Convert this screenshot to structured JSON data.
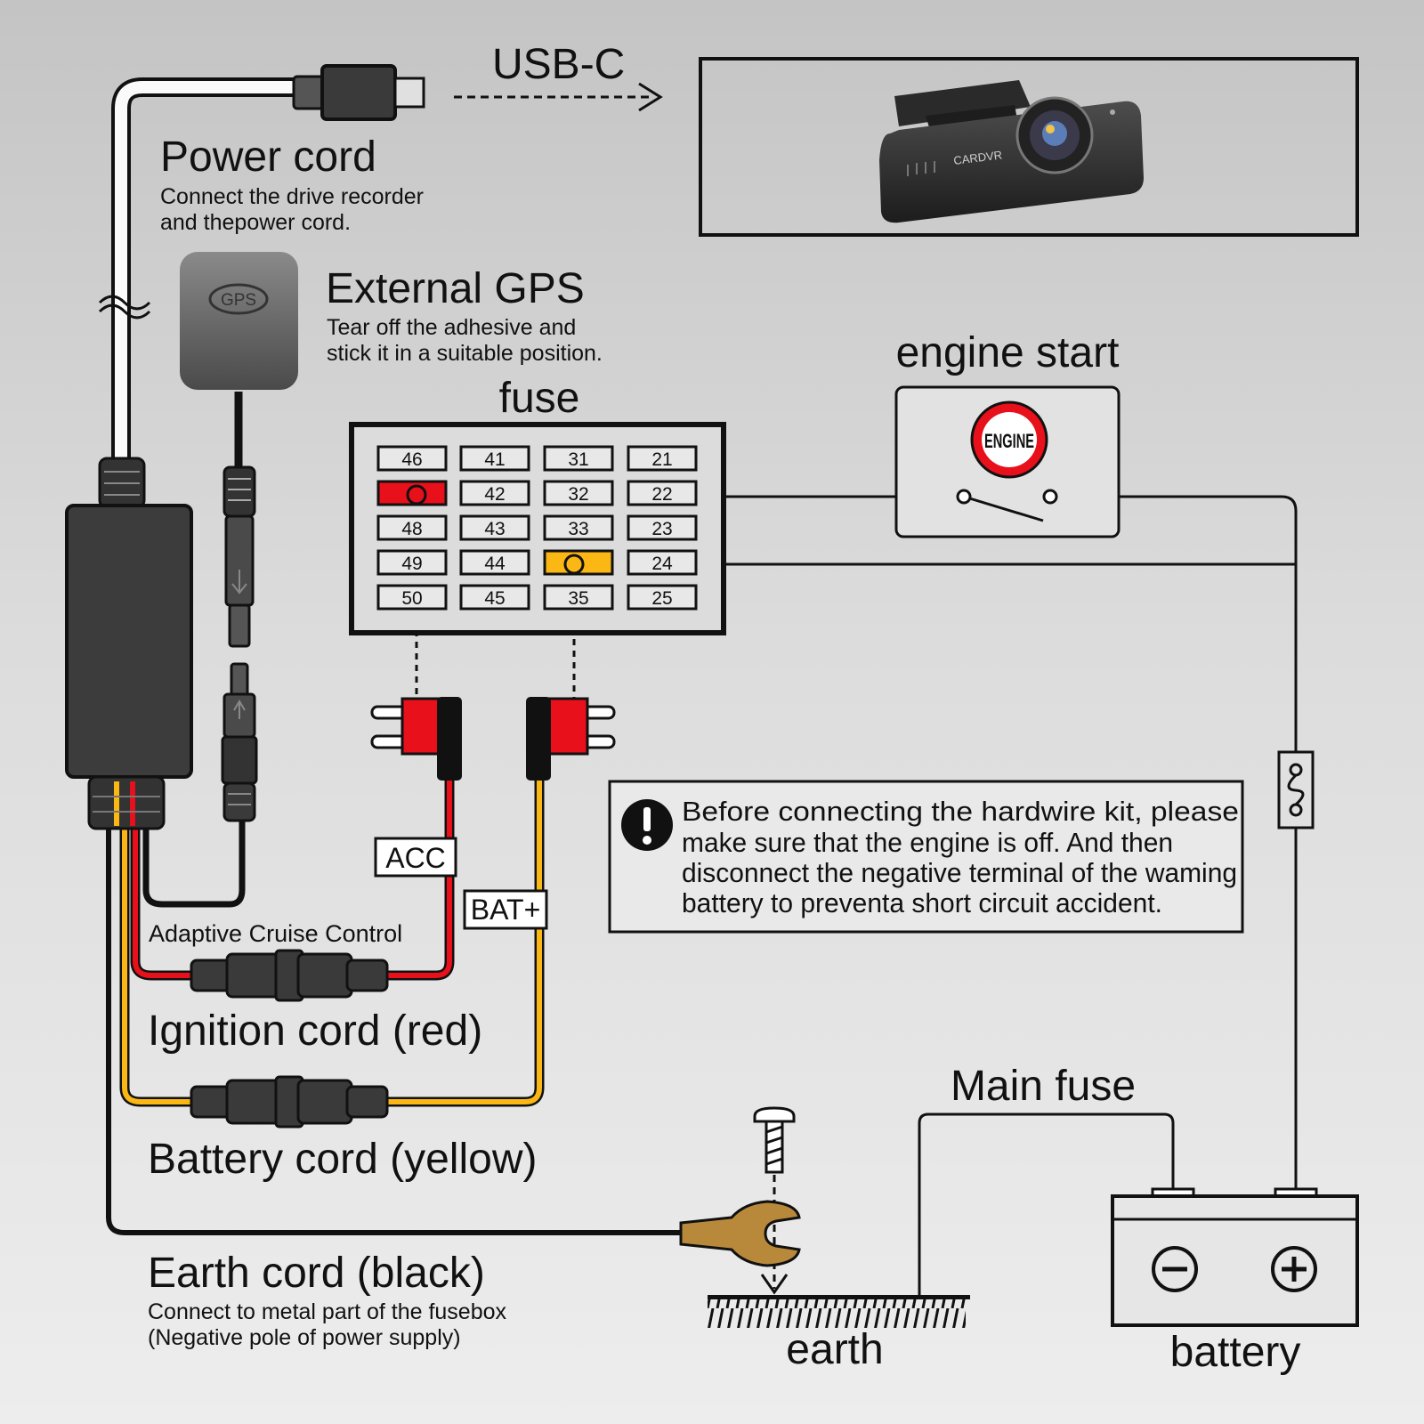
{
  "usb_label": "USB-C",
  "camera_brand": "CARDVR",
  "power_cord": {
    "title": "Power cord",
    "desc_lines": [
      "Connect the drive recorder",
      "and thepower cord."
    ]
  },
  "gps": {
    "icon_text": "GPS",
    "title": "External GPS",
    "desc_lines": [
      "Tear off the adhesive and",
      "stick it in a suitable position."
    ]
  },
  "fuse_box": {
    "title": "fuse",
    "rows": [
      [
        "46",
        "41",
        "31",
        "21"
      ],
      [
        "",
        "42",
        "32",
        "22"
      ],
      [
        "48",
        "43",
        "33",
        "23"
      ],
      [
        "49",
        "44",
        "",
        "24"
      ],
      [
        "50",
        "45",
        "35",
        "25"
      ]
    ]
  },
  "engine_start": {
    "title": "engine start",
    "button_text": "ENGINE"
  },
  "tags": {
    "acc": "ACC",
    "bat": "BAT+"
  },
  "warning": {
    "lines": [
      "Before connecting the hardwire kit, please",
      "make sure that the engine is off. And then",
      "disconnect the negative terminal of the waming",
      "battery to preventa short circuit accident."
    ]
  },
  "labels": {
    "adaptive_cruise": "Adaptive Cruise Control",
    "ignition_cord": "Ignition cord (red)",
    "battery_cord": "Battery cord (yellow)",
    "main_fuse": "Main fuse",
    "earth": "earth",
    "battery": "battery"
  },
  "earth_cord": {
    "title": "Earth cord (black)",
    "desc_lines": [
      "Connect to metal part of the fusebox",
      "(Negative pole of power supply)"
    ]
  },
  "colors": {
    "ignition_red": "#e8101a",
    "battery_yellow": "#fbb814",
    "earth_black": "#111111",
    "ring_terminal": "#b8893a"
  }
}
